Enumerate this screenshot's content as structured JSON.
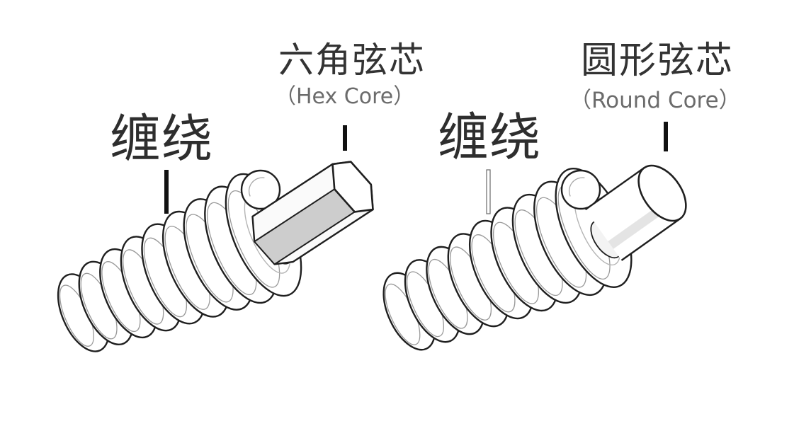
{
  "left": {
    "wrap_label": "缠绕",
    "core_label": "六角弦芯",
    "core_label_en": "（Hex Core）"
  },
  "right": {
    "wrap_label": "缠绕",
    "core_label": "圆形弦芯",
    "core_label_en": "（Round Core）"
  },
  "colors": {
    "outline": "#1f1f1f",
    "label_text": "#333333",
    "label_text_en": "#6b6b6b"
  }
}
